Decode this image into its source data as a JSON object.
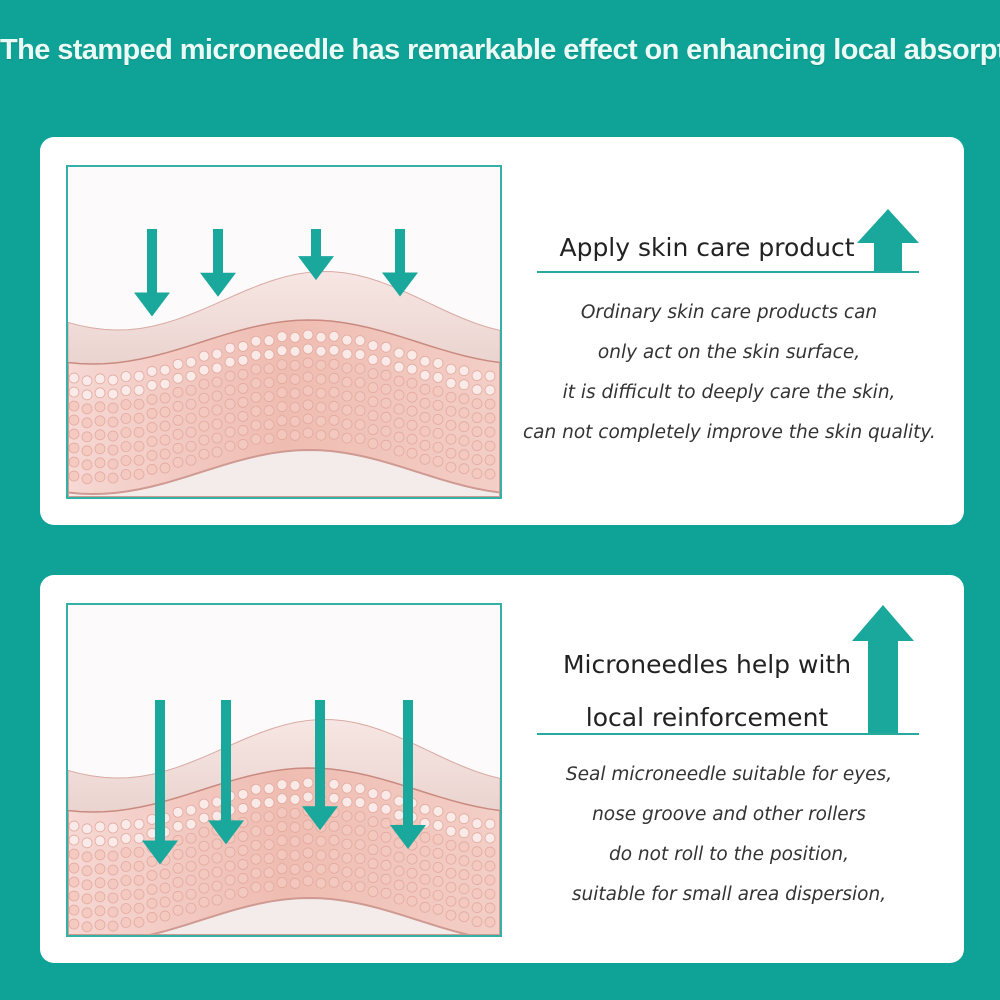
{
  "headline": "The stamped microneedle has remarkable effect on enhancing local absorption",
  "colors": {
    "background": "#0fa397",
    "accent": "#1aa89c",
    "card": "#ffffff"
  },
  "sections": [
    {
      "heading_lines": [
        "Apply skin care product"
      ],
      "body_lines": [
        "Ordinary skin care products can",
        "only act on the skin surface,",
        "it is difficult to deeply care the skin,",
        "can not completely improve the skin quality."
      ],
      "illustration": "skin-layers-surface-arrows",
      "indicator_icon": "up-arrow-icon"
    },
    {
      "heading_lines": [
        "Microneedles help with",
        "local reinforcement"
      ],
      "body_lines": [
        "Seal microneedle suitable for eyes,",
        "nose groove and other rollers",
        "do not roll to the position,",
        "suitable for small area dispersion,"
      ],
      "illustration": "skin-layers-deep-penetration-arrows",
      "indicator_icon": "up-arrow-icon"
    }
  ]
}
